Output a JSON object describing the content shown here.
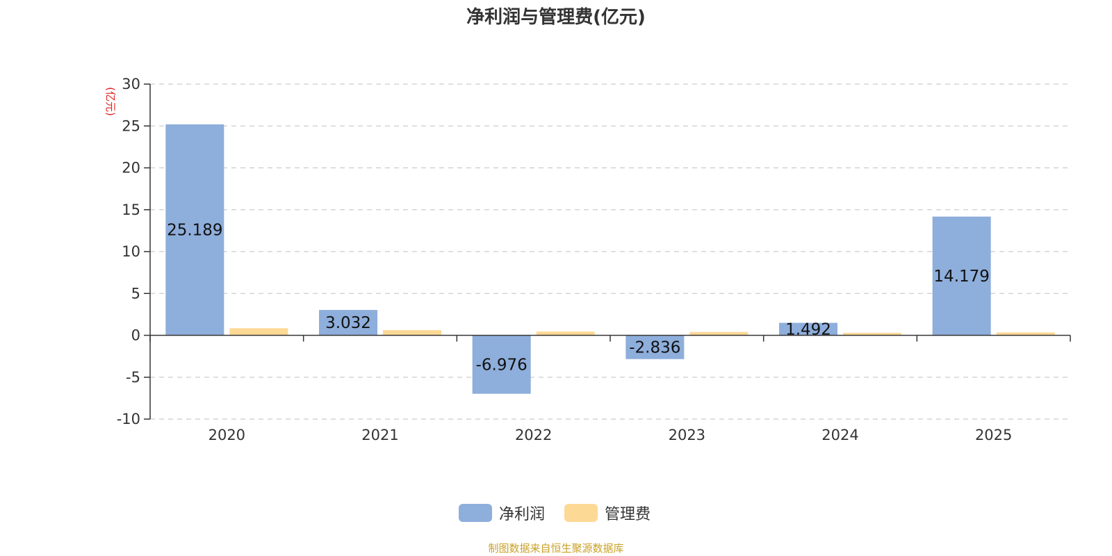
{
  "chart_data": {
    "type": "bar",
    "title": "净利润与管理费(亿元)",
    "ylabel": "(亿元)",
    "xlabel": "",
    "ylim": [
      -10,
      30
    ],
    "yticks": [
      30,
      25,
      20,
      15,
      10,
      5,
      0,
      -5,
      -10
    ],
    "grid": true,
    "legend_position": "bottom",
    "categories": [
      "2020",
      "2021",
      "2022",
      "2023",
      "2024",
      "2025"
    ],
    "series": [
      {
        "name": "净利润",
        "color": "#8eaedb",
        "values": [
          25.189,
          3.032,
          -6.976,
          -2.836,
          1.492,
          14.179
        ],
        "labels": [
          "25.189",
          "3.032",
          "-6.976",
          "-2.836",
          "1.492",
          "14.179"
        ]
      },
      {
        "name": "管理费",
        "color": "#fdd996",
        "values": [
          0.85,
          0.62,
          0.45,
          0.4,
          0.3,
          0.35
        ]
      }
    ]
  },
  "source_note": "制图数据来自恒生聚源数据库"
}
